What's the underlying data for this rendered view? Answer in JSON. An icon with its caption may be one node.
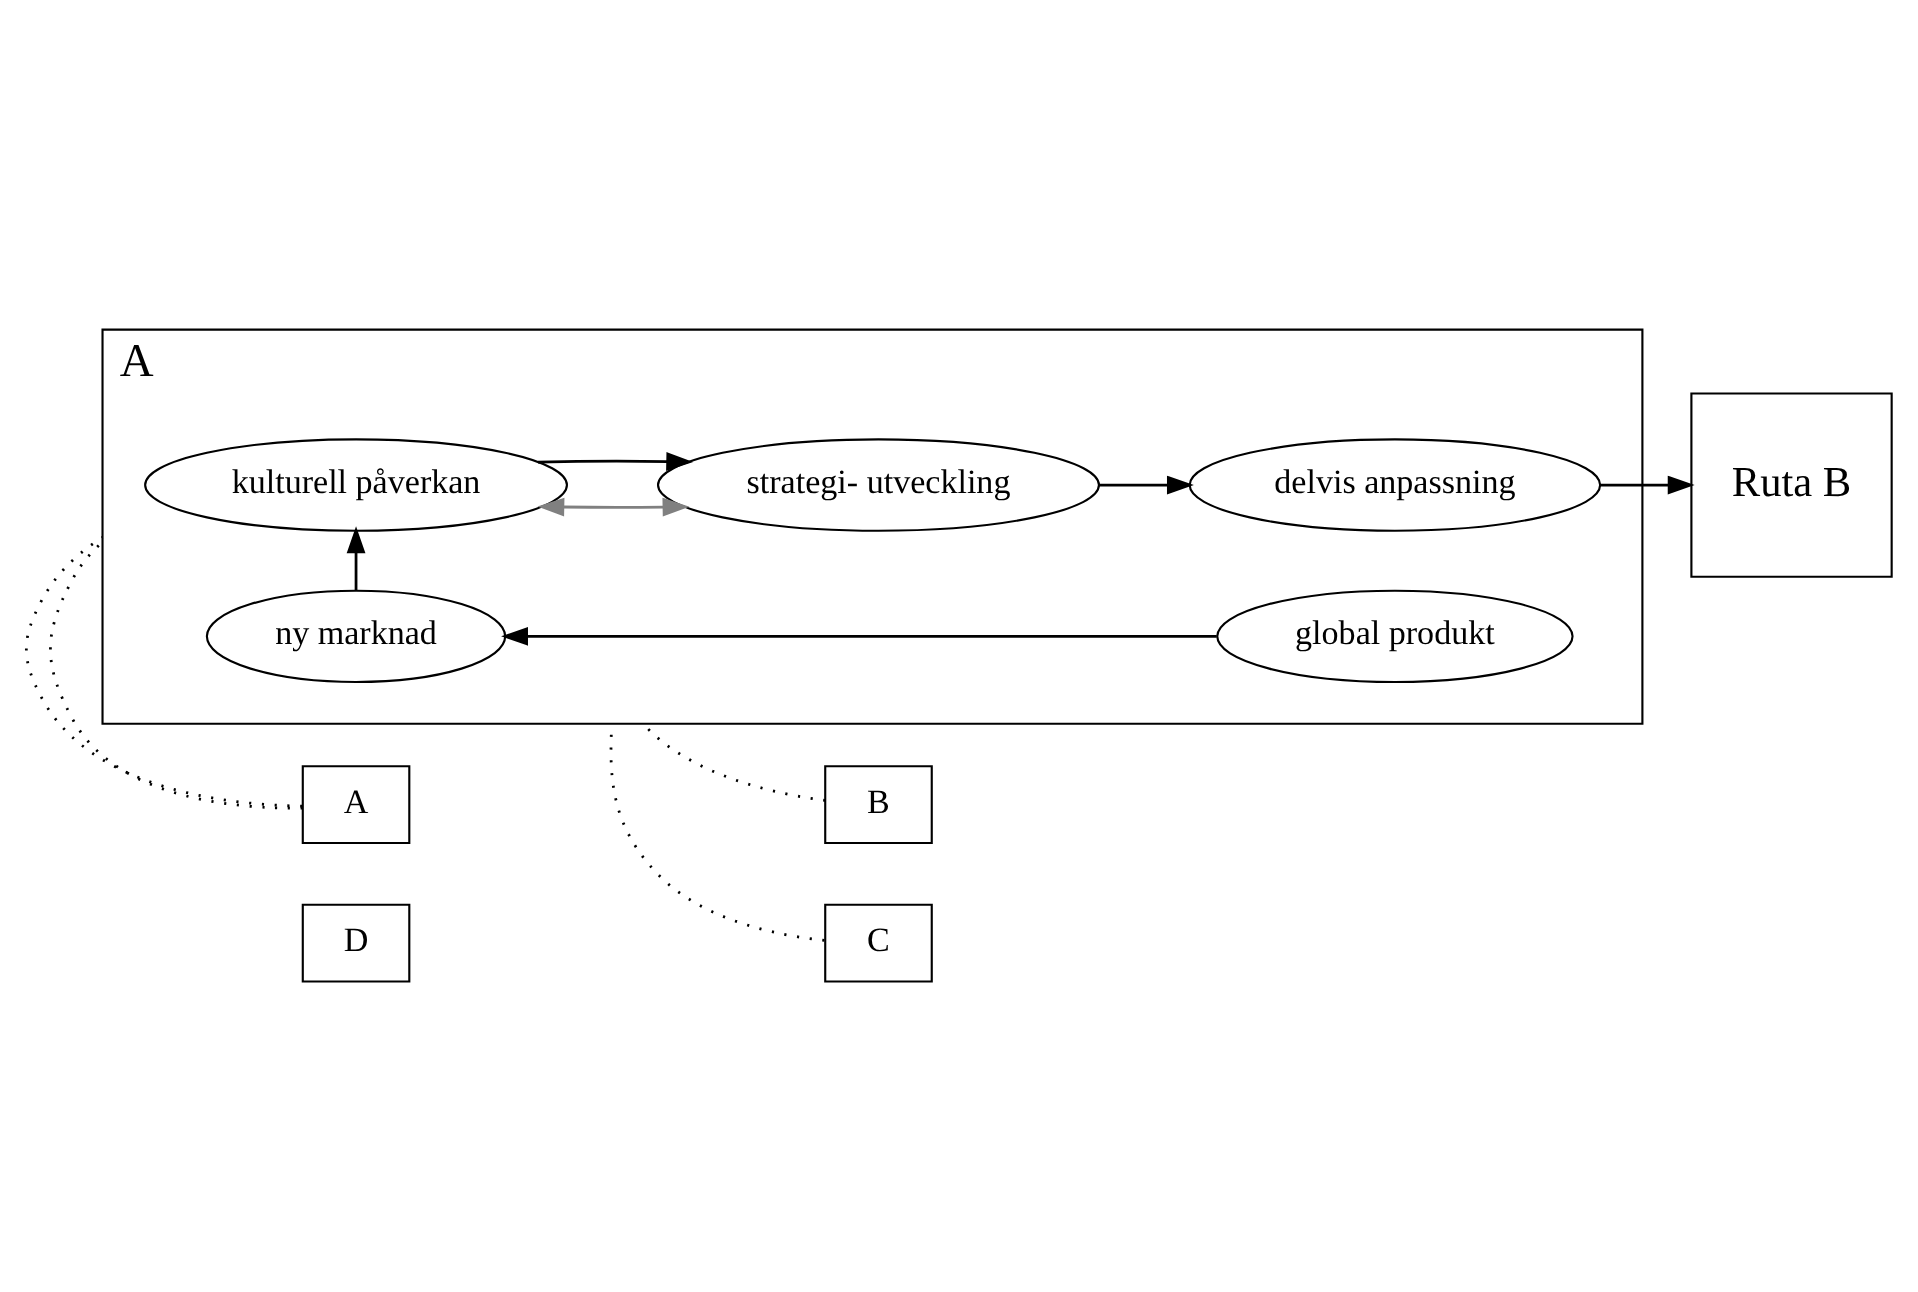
{
  "diagram": {
    "nodes": [
      {
        "text": [
          "A"
        ]
      },
      {
        "text": [
          "kulturell påverkan"
        ],
        "in": 0
      },
      {
        "text": [
          "strategi- utveckling"
        ],
        "in": 0
      },
      {
        "text": [
          "delvis anpassning"
        ],
        "in": 0
      },
      {
        "text": [
          "ny marknad"
        ],
        "in": 0
      },
      {
        "text": [
          "global produkt"
        ],
        "in": 0
      },
      {
        "text": [
          "Ruta B"
        ]
      },
      {
        "text": [
          "A"
        ]
      },
      {
        "text": [
          "B"
        ]
      },
      {
        "text": [
          "D"
        ]
      },
      {
        "text": [
          "C"
        ]
      }
    ],
    "edges": [
      {
        "from": 1,
        "to": 2,
        "arrow": "both",
        "color": "#808080"
      },
      {
        "from": 1,
        "to": 2,
        "arrow": "to"
      },
      {
        "from": 2,
        "to": 3,
        "arrow": "to"
      },
      {
        "from": 3,
        "to": 6,
        "arrow": "to"
      },
      {
        "from": 4,
        "to": 1,
        "arrow": "to"
      },
      {
        "from": 5,
        "to": 4,
        "arrow": "to"
      },
      {
        "from": 7,
        "to": 0,
        "arrow": "none",
        "style": "dashed"
      },
      {
        "from": 7,
        "to": 0,
        "arrow": "none",
        "style": "dashed"
      },
      {
        "from": 10,
        "to": 0,
        "arrow": "none",
        "style": "dashed"
      },
      {
        "from": 8,
        "to": 0,
        "arrow": "none",
        "style": "dashed"
      }
    ]
  }
}
